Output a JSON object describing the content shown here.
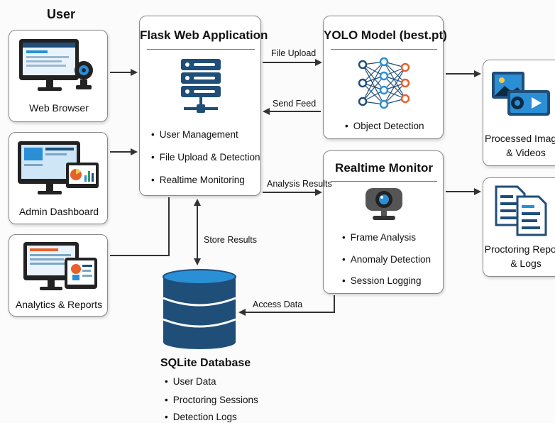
{
  "user_label": "User",
  "clients": {
    "web_browser": "Web Browser",
    "admin_dashboard": "Admin Dashboard",
    "analytics": "Analytics & Reports"
  },
  "flask": {
    "title": "Flask Web Application",
    "items": [
      "User Management",
      "File Upload & Detection",
      "Realtime Monitoring"
    ]
  },
  "yolo": {
    "title": "YOLO Model (best.pt)",
    "items": [
      "Object Detection"
    ]
  },
  "monitor": {
    "title": "Realtime Monitor",
    "items": [
      "Frame Analysis",
      "Anomaly Detection",
      "Session Logging"
    ]
  },
  "outputs": {
    "media_line1": "Processed Images",
    "media_line2": "& Videos",
    "reports_line1": "Proctoring Reports",
    "reports_line2": "& Logs"
  },
  "database": {
    "title": "SQLite Database",
    "items": [
      "User Data",
      "Proctoring Sessions",
      "Detection Logs"
    ]
  },
  "edges": {
    "file_upload": "File Upload",
    "send_feed": "Send Feed",
    "analysis_results": "Analysis Results",
    "store_results": "Store Results",
    "access_data": "Access Data"
  },
  "colors": {
    "accent_blue": "#1f4e79",
    "light_blue": "#2b8fd6",
    "neural_orange": "#e8602c",
    "arrow": "#333333"
  }
}
